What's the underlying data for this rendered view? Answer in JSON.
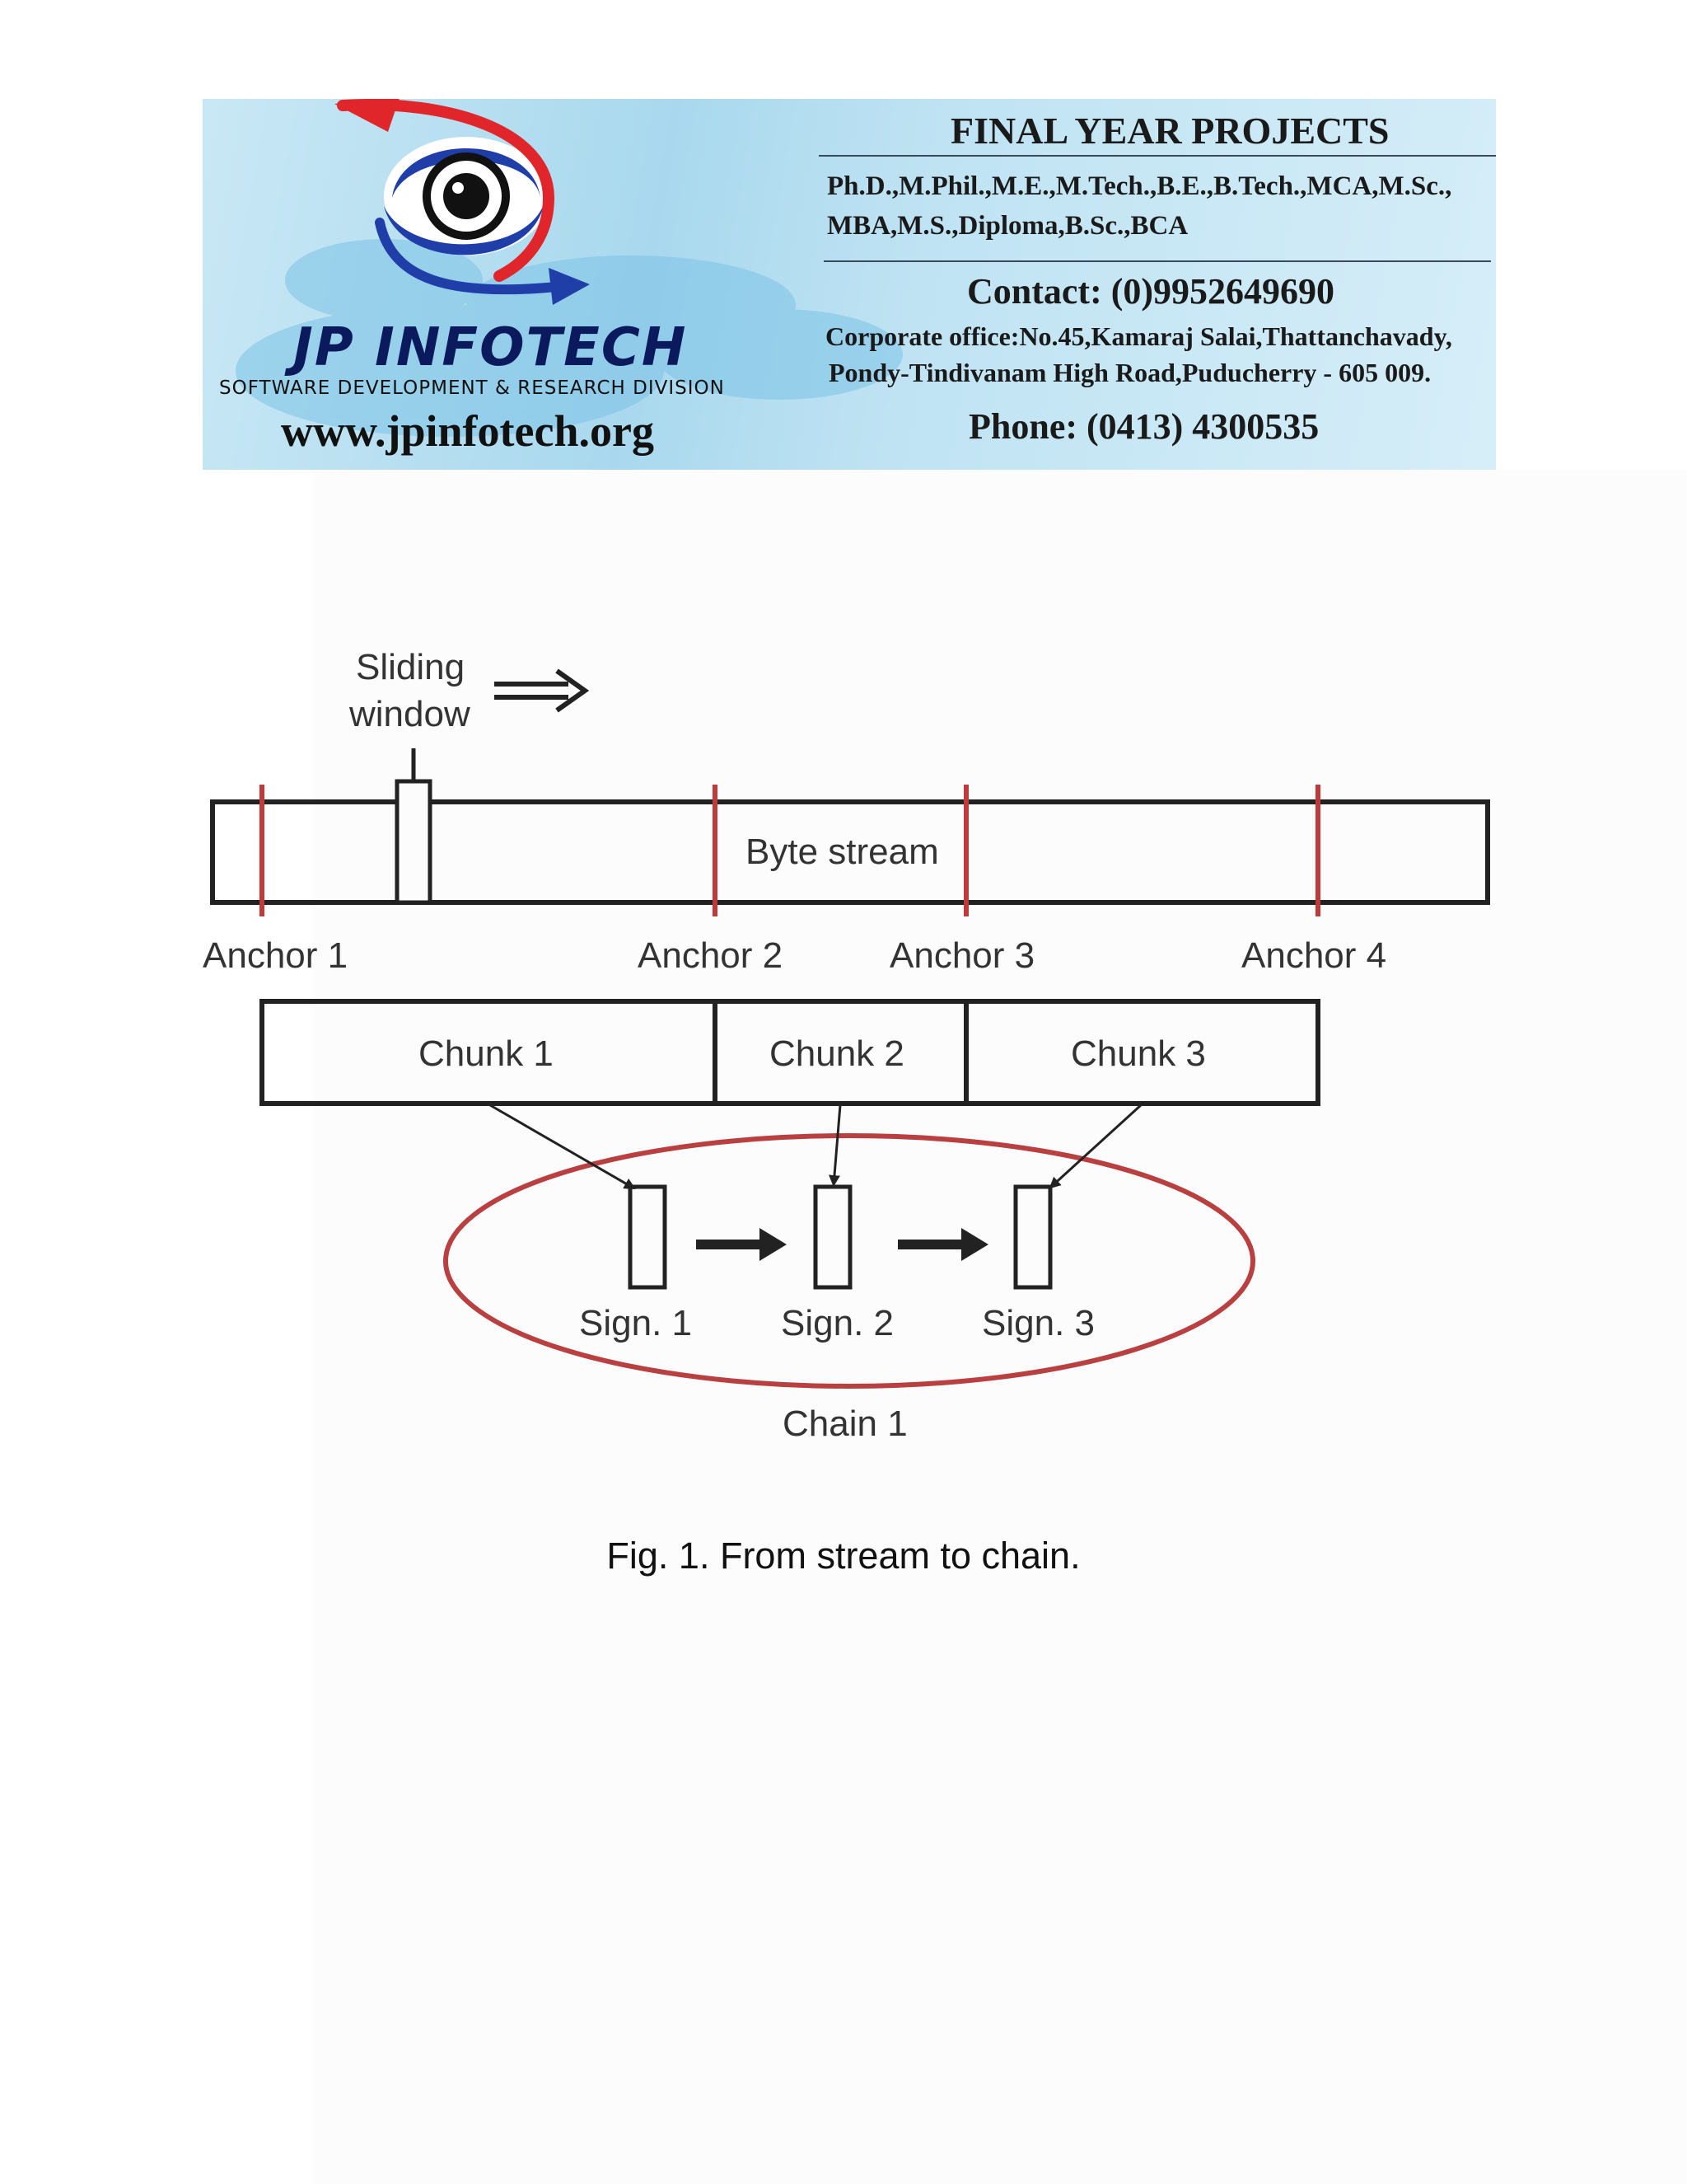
{
  "banner": {
    "brand_name": "JP INFOTECH",
    "brand_tagline": "SOFTWARE DEVELOPMENT & RESEARCH DIVISION",
    "website": "www.jpinfotech.org",
    "heading": "FINAL YEAR PROJECTS",
    "degrees_line1": "Ph.D.,M.Phil.,M.E.,M.Tech.,B.E.,B.Tech.,MCA,M.Sc.,",
    "degrees_line2": "MBA,M.S.,Diploma,B.Sc.,BCA",
    "contact": "Contact: (0)9952649690",
    "address_line1": "Corporate office:No.45,Kamaraj Salai,Thattanchavady,",
    "address_line2": "Pondy-Tindivanam High Road,Puducherry - 605 009.",
    "phone": "Phone: (0413) 4300535",
    "colors": {
      "navy": "#0b1a5c",
      "red_arrow": "#e0262b",
      "blue_arrow": "#1f3ea8"
    }
  },
  "diagram": {
    "sliding_window_line1": "Sliding",
    "sliding_window_line2": "window",
    "byte_stream": "Byte stream",
    "anchors": [
      "Anchor 1",
      "Anchor 2",
      "Anchor 3",
      "Anchor 4"
    ],
    "chunks": [
      "Chunk 1",
      "Chunk 2",
      "Chunk 3"
    ],
    "signatures": [
      "Sign. 1",
      "Sign. 2",
      "Sign. 3"
    ],
    "chain_label": "Chain 1",
    "colors": {
      "anchor_line": "#c0393b",
      "chain_ellipse": "#b84040",
      "stroke": "#222222"
    }
  },
  "caption": "Fig. 1. From stream to chain."
}
